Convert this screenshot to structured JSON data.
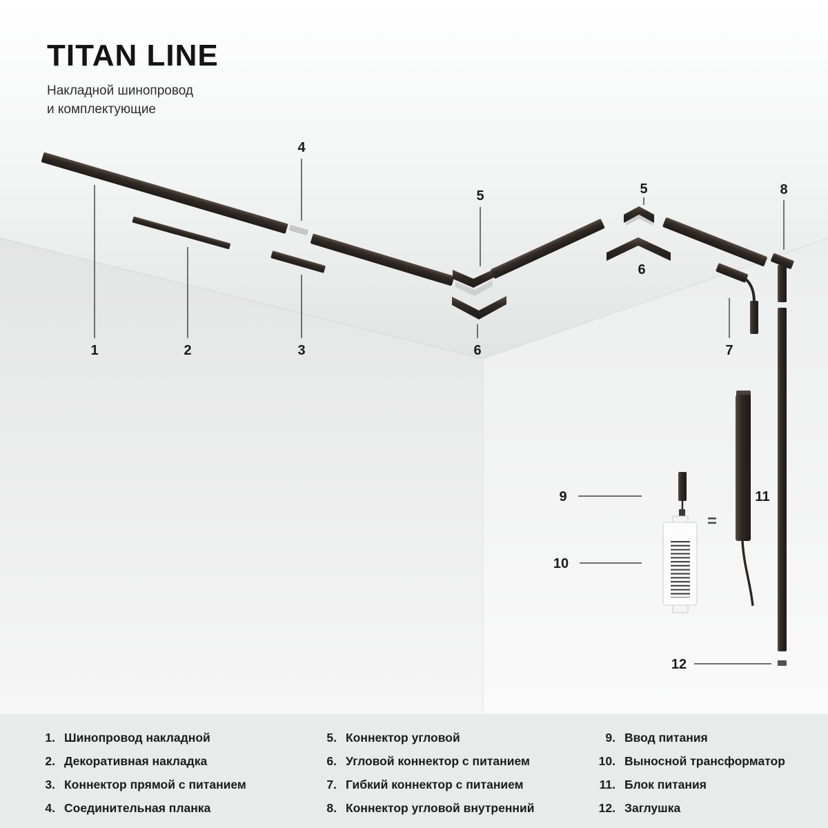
{
  "header": {
    "title": "TITAN LINE",
    "subtitle_line1": "Накладной шинопровод",
    "subtitle_line2": "и комплектующие"
  },
  "scene": {
    "callouts": {
      "c1": "1",
      "c2": "2",
      "c3": "3",
      "c4": "4",
      "c5a": "5",
      "c5b": "5",
      "c6a": "6",
      "c6b": "6",
      "c7": "7",
      "c8": "8",
      "c9": "9",
      "c10": "10",
      "c11": "11",
      "c12": "12"
    },
    "equals": "="
  },
  "legend": {
    "columns": [
      {
        "items": [
          {
            "num": "1.",
            "label": "Шинопровод накладной"
          },
          {
            "num": "2.",
            "label": "Декоративная накладка"
          },
          {
            "num": "3.",
            "label": "Коннектор прямой с питанием"
          },
          {
            "num": "4.",
            "label": "Соединительная планка"
          }
        ]
      },
      {
        "items": [
          {
            "num": "5.",
            "label": "Коннектор угловой"
          },
          {
            "num": "6.",
            "label": "Угловой коннектор с питанием"
          },
          {
            "num": "7.",
            "label": "Гибкий коннектор с питанием"
          },
          {
            "num": "8.",
            "label": "Коннектор угловой внутренний"
          }
        ]
      },
      {
        "items": [
          {
            "num": "9.",
            "label": "Ввод питания"
          },
          {
            "num": "10.",
            "label": "Выносной трансформатор"
          },
          {
            "num": "11.",
            "label": "Блок питания"
          },
          {
            "num": "12.",
            "label": "Заглушка"
          }
        ]
      }
    ]
  }
}
